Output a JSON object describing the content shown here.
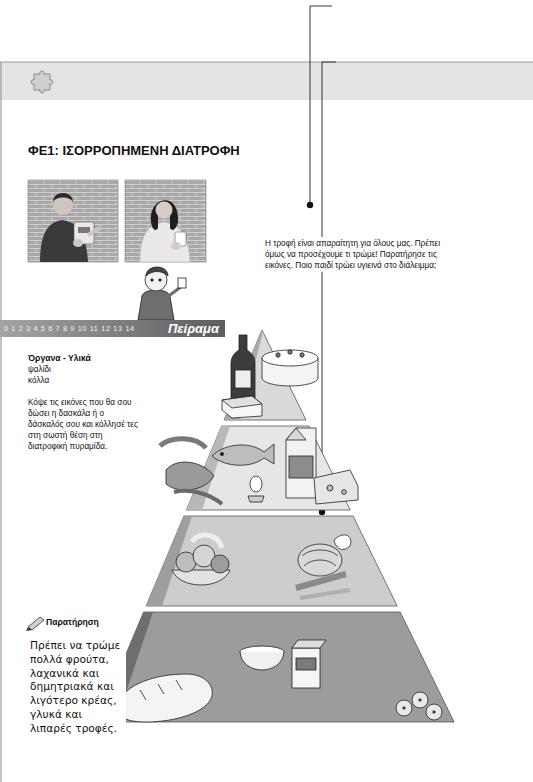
{
  "diagram": {
    "title": "ΦΕ1: ΙΣΟΡΡΟΠΗΜΕΝΗ ΔΙΑΤΡΟΦΗ",
    "nodes": [
      {
        "text": [
          "0 1 2 3 4 5 6 7 8 9 10 11 12 13 14",
          "Πείραμα"
        ]
      }
    ],
    "labels": [
      "Η τροφή είναι απαραίτητη για όλους μας. Πρέπει όμως να προσέχουμε τι τρώμε! Παρατήρησε τις εικόνες. Ποιο παιδί τρώει υγιεινά στο διάλειμμα;",
      "Όργανα - Υλικά",
      "ψαλίδι",
      "κόλλα",
      "Κόψε τις εικόνες που θα σου δώσει η δασκάλα ή ο δάσκαλός σου και κόλλησέ τες στη σωστή θέση στη διατροφική πυραμίδα.",
      "Παρατήρηση",
      "Πρέπει να τρώμε πολλά φρούτα, λαχανικά και δημητριακά και λιγότερο κρέας, γλυκά και λιπαρές τροφές."
    ]
  }
}
